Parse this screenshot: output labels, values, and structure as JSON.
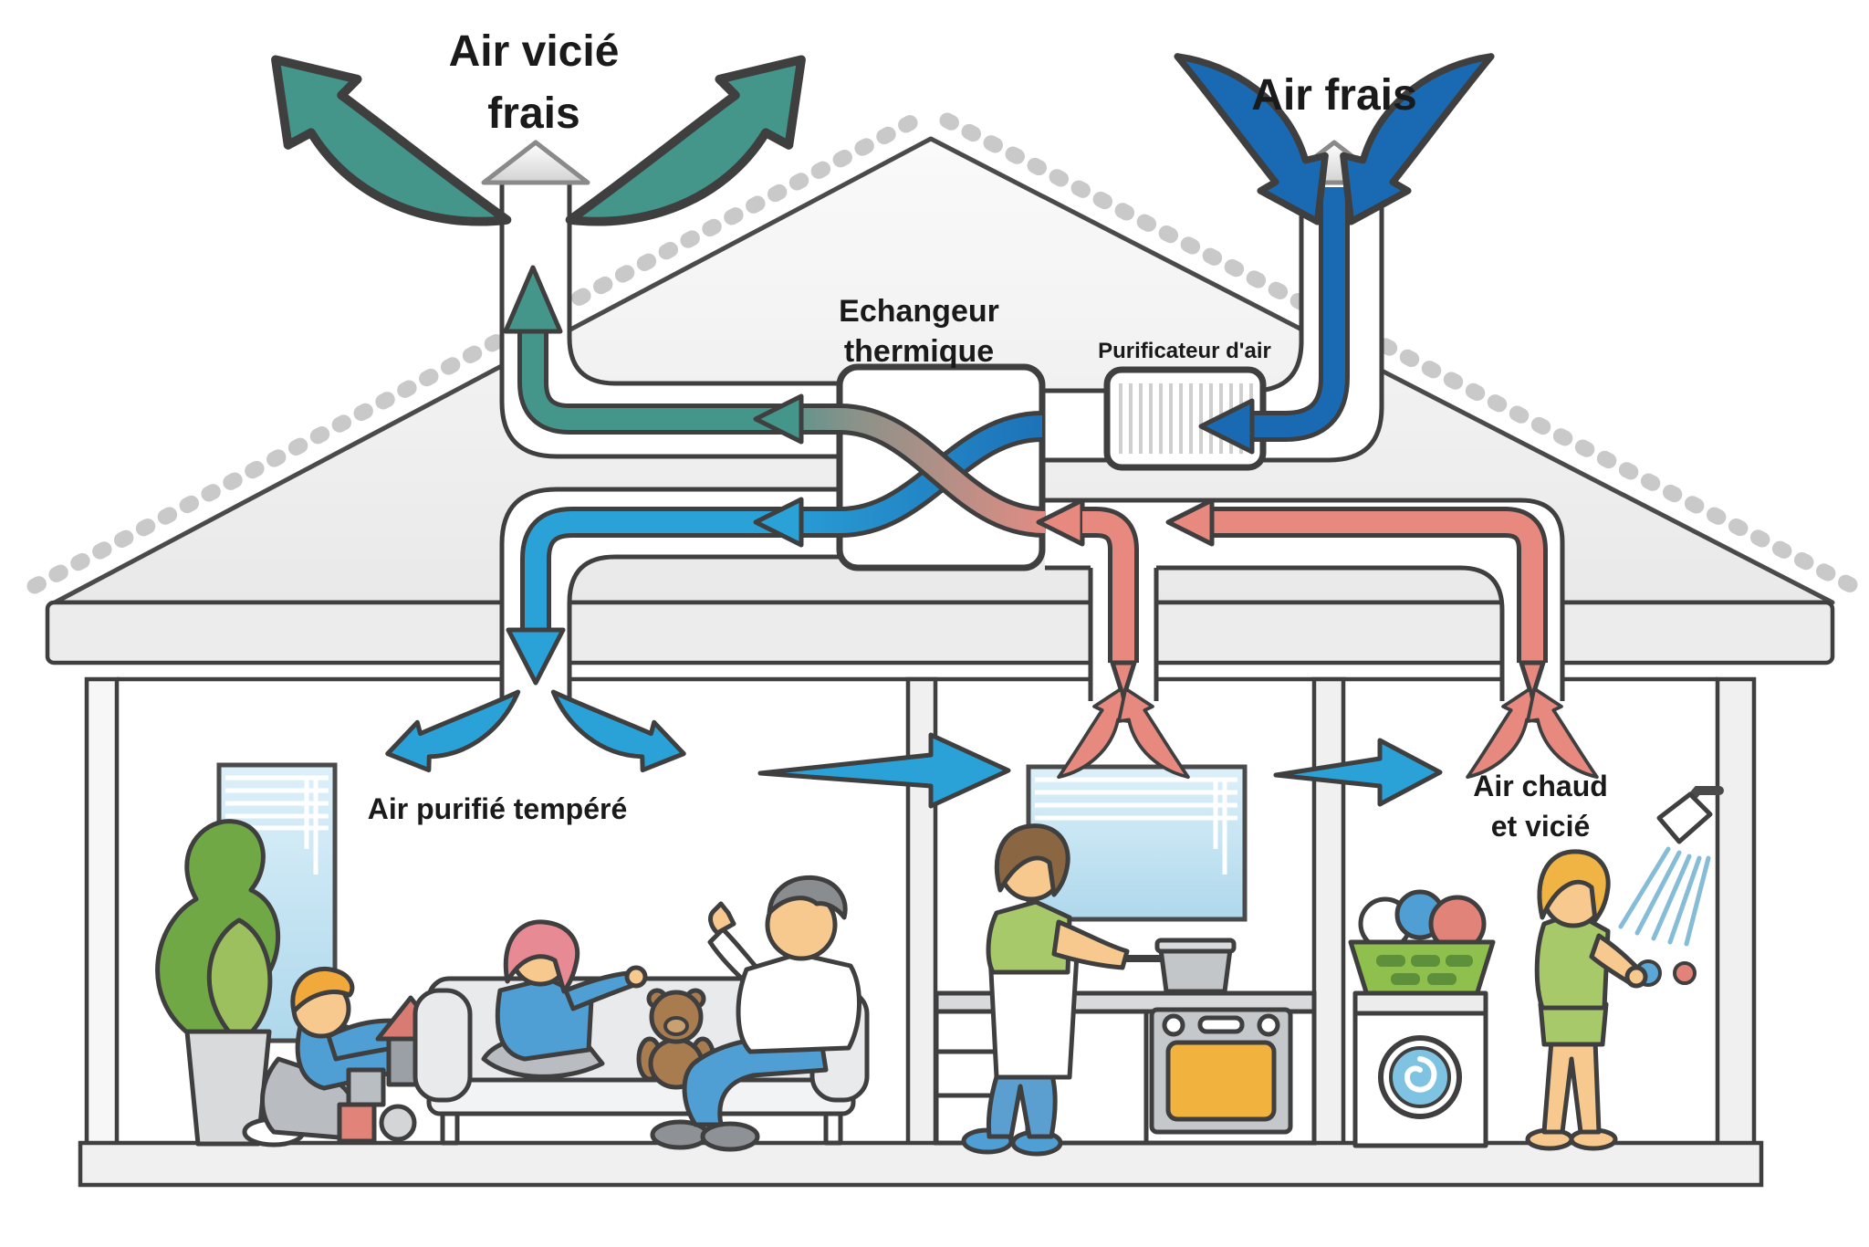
{
  "diagram": {
    "type": "home-ventilation-heat-recovery-schematic",
    "labels": {
      "stale_air_line1": "Air vicié",
      "stale_air_line2": "frais",
      "fresh_air": "Air frais",
      "exchanger_line1": "Echangeur",
      "exchanger_line2": "thermique",
      "purifier": "Purificateur d'air",
      "supply_air": "Air purifié tempéré",
      "extract_line1": "Air chaud",
      "extract_line2": "et vicié"
    },
    "colors": {
      "stale_exhaust_teal": "#44968b",
      "fresh_intake_blue": "#1a6ab3",
      "supply_bright_blue": "#2aa2d8",
      "extract_pink": "#e8897f",
      "outline_dark": "#3f3f3f",
      "roof_gray": "#f0f0f0",
      "tile_trim_gray": "#c9c9c9",
      "oven_window_orange": "#f2b23e",
      "plant_green": "#6fa844",
      "basket_green": "#8fbf4d"
    },
    "flows": [
      {
        "name": "stale-air-out",
        "color": "#44968b"
      },
      {
        "name": "fresh-air-in",
        "color": "#1a6ab3"
      },
      {
        "name": "purified-tempered-supply",
        "color": "#2aa2d8"
      },
      {
        "name": "warm-stale-extract",
        "color": "#e8897f"
      }
    ]
  }
}
